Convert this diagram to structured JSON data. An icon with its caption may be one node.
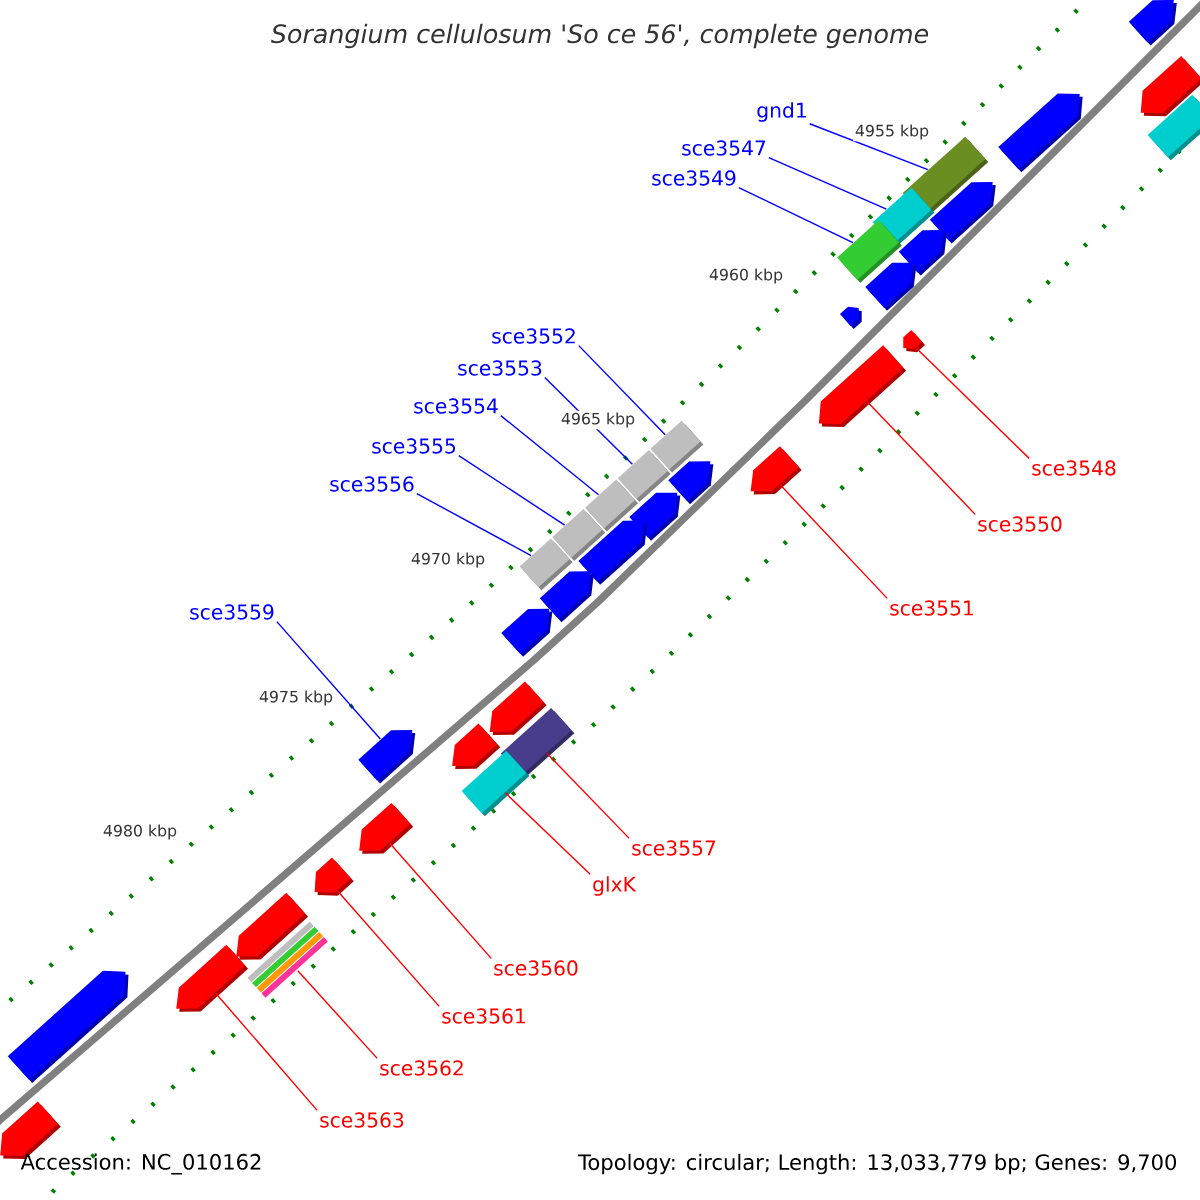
{
  "diagram": {
    "title": "Sorangium cellulosum 'So ce 56', complete genome",
    "nodes": [
      {
        "text": [
          "gnd1"
        ]
      },
      {
        "text": [
          "sce3547"
        ]
      },
      {
        "text": [
          "sce3549"
        ]
      },
      {
        "text": [
          "sce3552"
        ]
      },
      {
        "text": [
          "sce3553"
        ]
      },
      {
        "text": [
          "sce3554"
        ]
      },
      {
        "text": [
          "sce3555"
        ]
      },
      {
        "text": [
          "sce3548"
        ]
      },
      {
        "text": [
          "sce3556"
        ]
      },
      {
        "text": [
          "sce3550"
        ]
      },
      {
        "text": [
          "sce3551"
        ]
      },
      {
        "text": [
          "sce3559"
        ]
      },
      {
        "text": [
          "sce3557"
        ]
      },
      {
        "text": [
          "glxK"
        ]
      },
      {
        "text": [
          "sce3560"
        ]
      },
      {
        "text": [
          "sce3561"
        ]
      },
      {
        "text": [
          "sce3562"
        ]
      },
      {
        "text": [
          "sce3563"
        ]
      },
      {
        "text": [],
        "shape": "box"
      },
      {
        "text": [],
        "shape": "box"
      },
      {
        "text": [],
        "shape": "box"
      },
      {
        "text": [],
        "shape": "box"
      },
      {
        "text": [],
        "shape": "box"
      },
      {
        "text": [],
        "shape": "box"
      },
      {
        "text": [],
        "shape": "box"
      },
      {
        "text": [],
        "shape": "arrow"
      },
      {
        "text": [],
        "shape": "box"
      },
      {
        "text": [],
        "shape": "arrow"
      },
      {
        "text": [],
        "shape": "arrow"
      },
      {
        "text": [],
        "shape": "arrow"
      },
      {
        "text": [],
        "shape": "box"
      },
      {
        "text": [],
        "shape": "box"
      },
      {
        "text": [],
        "shape": "arrow"
      },
      {
        "text": [],
        "shape": "arrow"
      },
      {
        "text": [],
        "shape": "box"
      },
      {
        "text": [],
        "shape": "arrow"
      },
      {
        "text": [],
        "shape": "arrow"
      },
      {
        "text": [],
        "shape": "arrow"
      },
      {
        "text": [],
        "shape": "arrow"
      },
      {
        "text": [],
        "shape": "arrow"
      },
      {
        "text": [],
        "shape": "arrow"
      },
      {
        "text": [],
        "shape": "arrow"
      },
      {
        "text": [],
        "shape": "arrow"
      },
      {
        "text": [],
        "shape": "arrow"
      },
      {
        "text": [],
        "shape": "arrow"
      },
      {
        "text": [],
        "shape": "arrow"
      },
      {
        "text": [],
        "shape": "arrow"
      },
      {
        "text": [],
        "shape": "arrow"
      },
      {
        "text": [],
        "shape": "arrow"
      },
      {
        "text": [],
        "shape": "box"
      },
      {
        "text": [],
        "shape": "arrow"
      },
      {
        "text": [],
        "shape": "arrow"
      },
      {
        "text": [],
        "shape": "arrow"
      },
      {
        "text": [],
        "shape": "arrow"
      }
    ],
    "edges": [
      {
        "from": 0,
        "to": 18,
        "arrow": "none"
      },
      {
        "from": 1,
        "to": 19,
        "arrow": "none"
      },
      {
        "from": 2,
        "to": 20,
        "arrow": "none"
      },
      {
        "from": 3,
        "to": 21,
        "arrow": "none"
      },
      {
        "from": 4,
        "to": 22,
        "arrow": "none"
      },
      {
        "from": 5,
        "to": 23,
        "arrow": "none"
      },
      {
        "from": 6,
        "to": 24,
        "arrow": "none"
      },
      {
        "from": 7,
        "to": 25,
        "arrow": "none",
        "color": "#ff0000"
      },
      {
        "from": 8,
        "to": 26,
        "arrow": "none"
      },
      {
        "from": 9,
        "to": 27,
        "arrow": "none",
        "color": "#ff0000"
      },
      {
        "from": 10,
        "to": 28,
        "arrow": "none",
        "color": "#ff0000"
      },
      {
        "from": 11,
        "to": 29,
        "arrow": "none"
      },
      {
        "from": 12,
        "to": 30,
        "arrow": "none",
        "color": "#ff0000"
      },
      {
        "from": 13,
        "to": 31,
        "arrow": "none",
        "color": "#ff0000"
      },
      {
        "from": 14,
        "to": 32,
        "arrow": "none",
        "color": "#ff0000"
      },
      {
        "from": 15,
        "to": 33,
        "arrow": "none",
        "color": "#ff0000"
      },
      {
        "from": 16,
        "to": 34,
        "arrow": "none",
        "color": "#ff0000"
      },
      {
        "from": 17,
        "to": 35,
        "arrow": "none",
        "color": "#ff0000"
      }
    ],
    "labels": [
      "4955 kbp",
      "4960 kbp",
      "4965 kbp",
      "4970 kbp",
      "4975 kbp",
      "4980 kbp",
      "Accession: NC_010162",
      "Topology: circular; Length: 13,033,779 bp; Genes: 9,700"
    ]
  }
}
